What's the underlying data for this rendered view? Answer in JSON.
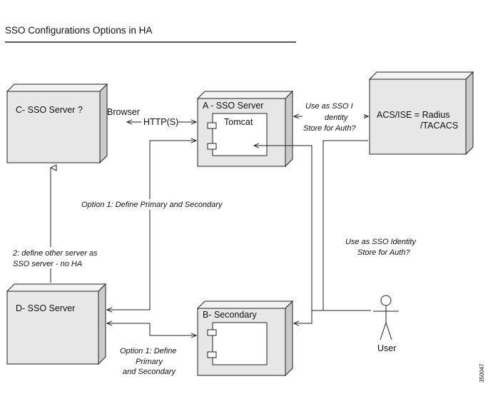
{
  "title": "SSO Configurations Options in HA",
  "nodes": {
    "c_server": "C- SSO Server ?",
    "a_server": "A - SSO Server",
    "a_component": "Tomcat",
    "acs": {
      "line1": "ACS/ISE = Radius",
      "line2": "/TACACS"
    },
    "d_server": "D- SSO Server",
    "b_secondary": "B- Secondary",
    "user": "User"
  },
  "labels": {
    "browser": "Browser",
    "http": "HTTP(S)",
    "store_top": {
      "line1": "Use as SSO I",
      "line2": "dentity",
      "line3": "Store for Auth?"
    },
    "store_right": {
      "line1": "Use as SSO Identity",
      "line2": "Store for Auth?"
    },
    "option1_middle": "Option 1: Define Primary and Secondary",
    "option1_bottom": {
      "line1": "Option 1: Define",
      "line2": "Primary",
      "line3": "and Secondary"
    },
    "define_other": {
      "line1": "2: define other server as",
      "line2": "SSO server - no HA"
    }
  },
  "figure_id": "350047"
}
